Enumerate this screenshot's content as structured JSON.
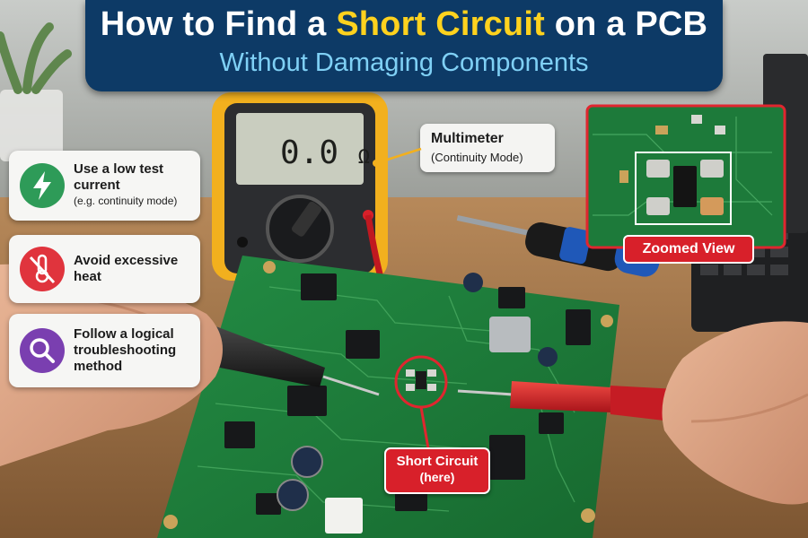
{
  "banner": {
    "title_part1": "How to Find a ",
    "title_highlight": "Short Circuit",
    "title_part2": " on a PCB",
    "subtitle": "Without Damaging Components"
  },
  "tips": [
    {
      "icon": "lightning-icon",
      "color": "#2e9b58",
      "main": "Use a low test current",
      "sub": "(e.g. continuity mode)"
    },
    {
      "icon": "no-heat-thermometer-icon",
      "color": "#e0343d",
      "main": "Avoid excessive heat",
      "sub": ""
    },
    {
      "icon": "magnifier-icon",
      "color": "#7a3fb0",
      "main": "Follow a logical troubleshooting method",
      "sub": ""
    }
  ],
  "multimeter": {
    "reading": "0.0",
    "unit": "Ω",
    "callout_title": "Multimeter",
    "callout_sub": "(Continuity Mode)"
  },
  "short_circuit": {
    "line1": "Short Circuit",
    "line2": "(here)"
  },
  "zoom": {
    "label": "Zoomed View"
  },
  "colors": {
    "banner_bg": "#0d3a66",
    "title_highlight": "#ffd21e",
    "subtitle": "#7fd0f5",
    "pcb_green": "#1f7a3a",
    "alert_red": "#d8202a",
    "multimeter_yellow": "#f2b01e"
  }
}
